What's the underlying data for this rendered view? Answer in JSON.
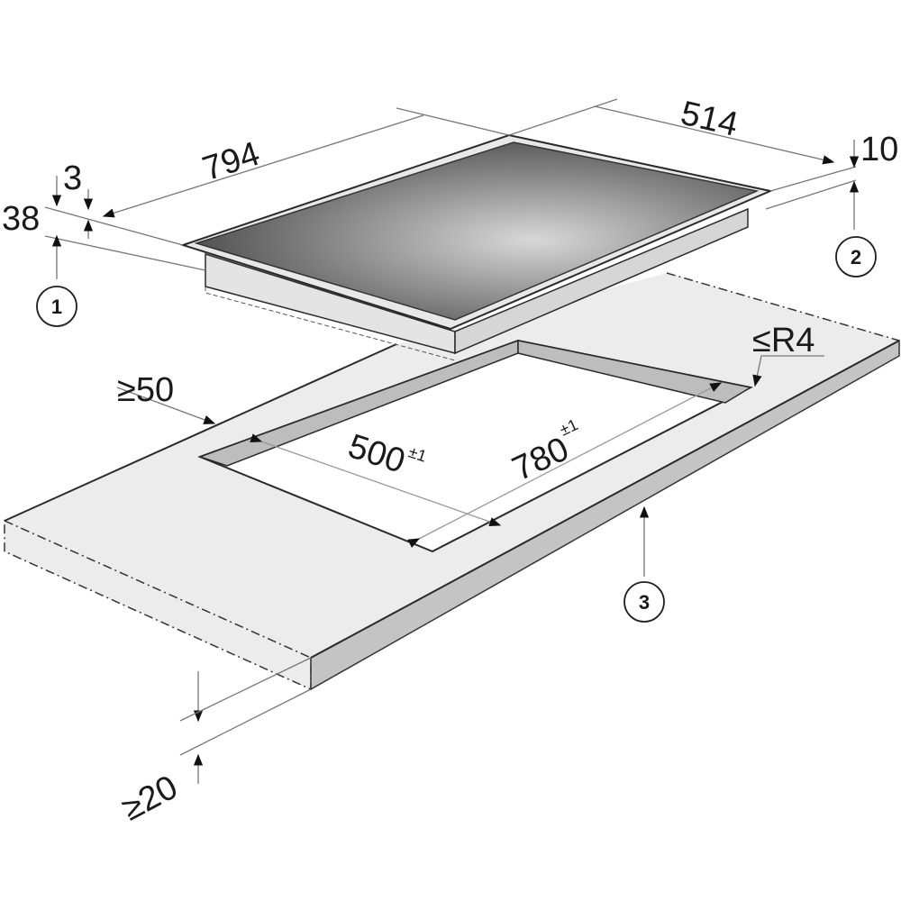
{
  "diagram": {
    "hob_dimensions": {
      "width": "794",
      "depth": "514",
      "frame_thickness": "3",
      "height": "38",
      "overhang": "10"
    },
    "cutout": {
      "depth": "500",
      "depth_tolerance": "±1",
      "width": "780",
      "width_tolerance": "±1",
      "corner_radius": "≤R4",
      "min_front_distance": "≥50"
    },
    "worktop_min_thickness": "≥20",
    "callouts": [
      "1",
      "2",
      "3"
    ]
  }
}
